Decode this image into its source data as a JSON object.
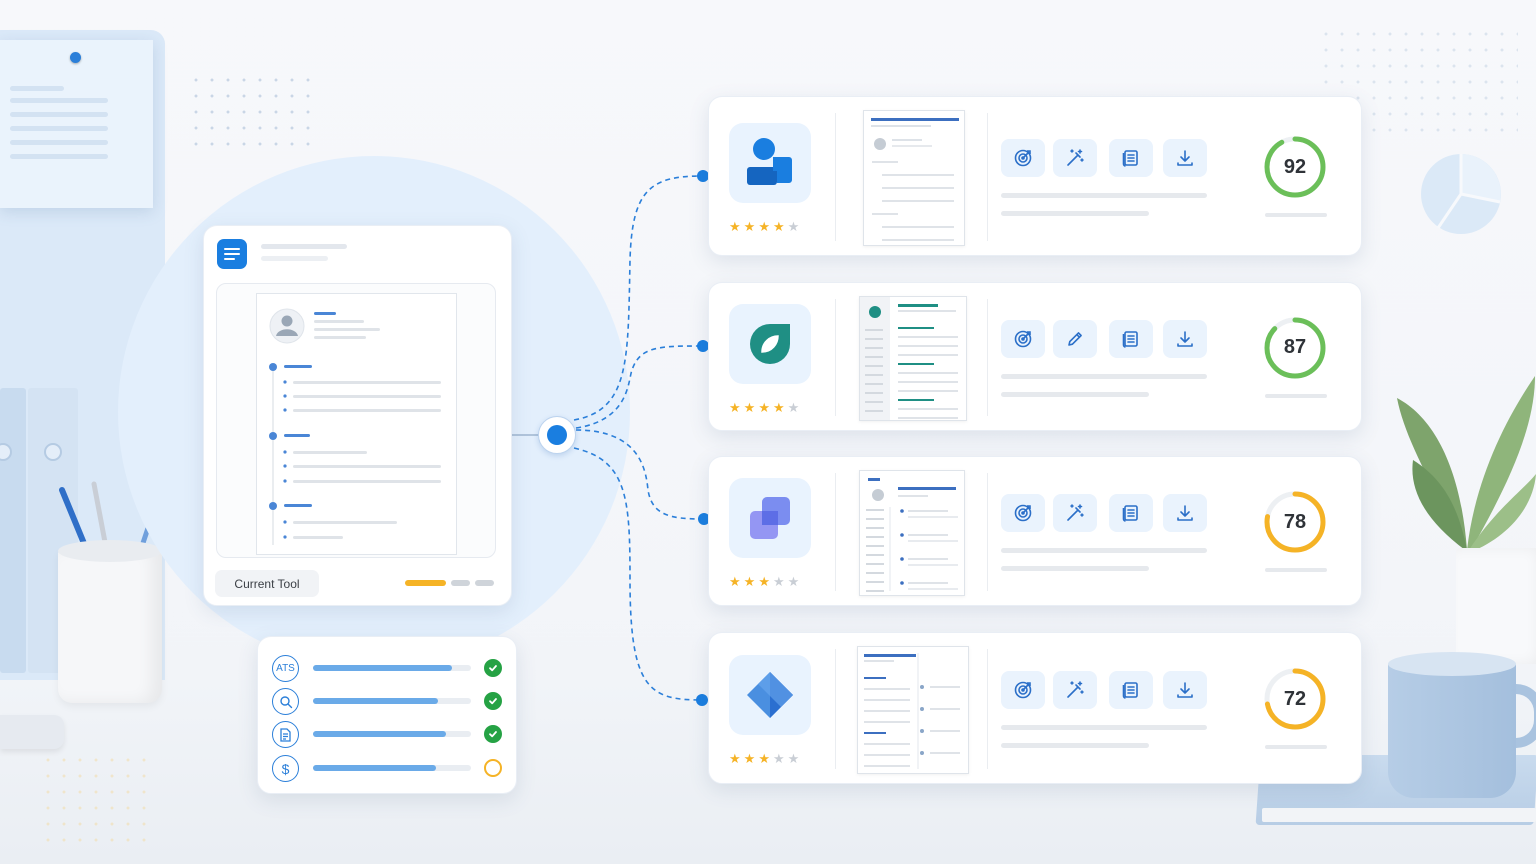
{
  "current_tool": {
    "label": "Current Tool",
    "icon": "document-icon"
  },
  "checklist": [
    {
      "icon_text": "ATS",
      "icon": "ats-icon",
      "progress": 0.88,
      "status": "complete"
    },
    {
      "icon_text": "",
      "icon": "search-icon",
      "progress": 0.79,
      "status": "complete"
    },
    {
      "icon_text": "",
      "icon": "file-icon",
      "progress": 0.84,
      "status": "complete"
    },
    {
      "icon_text": "$",
      "icon": "dollar-icon",
      "progress": 0.78,
      "status": "pending"
    }
  ],
  "tools": [
    {
      "logo": "person-doc-logo",
      "rating": 4,
      "score": "92",
      "score_value": 92,
      "score_color": "#6bbf59",
      "actions": [
        "target-icon",
        "magic-wand-icon",
        "document-icon",
        "download-icon"
      ]
    },
    {
      "logo": "leaf-logo",
      "rating": 4,
      "score": "87",
      "score_value": 87,
      "score_color": "#6bbf59",
      "actions": [
        "target-icon",
        "pencil-icon",
        "document-icon",
        "download-icon"
      ]
    },
    {
      "logo": "overlap-squares-logo",
      "rating": 3,
      "score": "78",
      "score_value": 78,
      "score_color": "#f5b326",
      "actions": [
        "target-icon",
        "magic-wand-icon",
        "document-icon",
        "download-icon"
      ]
    },
    {
      "logo": "diamond-logo",
      "rating": 3,
      "score": "72",
      "score_value": 72,
      "score_color": "#f5b326",
      "actions": [
        "target-icon",
        "magic-wand-icon",
        "document-icon",
        "download-icon"
      ]
    }
  ],
  "colors": {
    "accent": "#1a7ee0",
    "high_score": "#6bbf59",
    "mid_score": "#f5b326",
    "success": "#25a244"
  }
}
